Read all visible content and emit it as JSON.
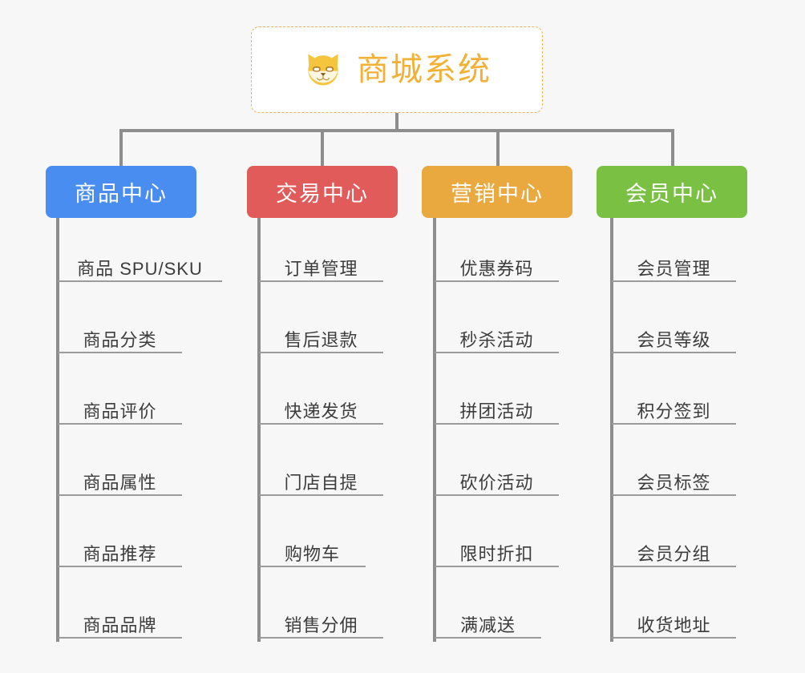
{
  "page": {
    "background_color": "#f7f7f7",
    "line_color": "#8d8d8d",
    "leaf_rule_color": "#9b9b9b",
    "leaf_text_color": "#3c3c3c"
  },
  "root": {
    "title": "商城系统",
    "icon": "shiba-inu-dog-face",
    "text_color": "#f2b134",
    "border_color": "#f0b254",
    "background": "#ffffff",
    "border_style": "dashed"
  },
  "columns": [
    {
      "title": "商品中心",
      "color": "#4a8df0",
      "items": [
        "商品 SPU/SKU",
        "商品分类",
        "商品评价",
        "商品属性",
        "商品推荐",
        "商品品牌"
      ]
    },
    {
      "title": "交易中心",
      "color": "#e15b5b",
      "items": [
        "订单管理",
        "售后退款",
        "快递发货",
        "门店自提",
        "购物车",
        "销售分佣"
      ]
    },
    {
      "title": "营销中心",
      "color": "#eaa93f",
      "items": [
        "优惠券码",
        "秒杀活动",
        "拼团活动",
        "砍价活动",
        "限时折扣",
        "满减送"
      ]
    },
    {
      "title": "会员中心",
      "color": "#7ac143",
      "items": [
        "会员管理",
        "会员等级",
        "积分签到",
        "会员标签",
        "会员分组",
        "收货地址"
      ]
    }
  ]
}
